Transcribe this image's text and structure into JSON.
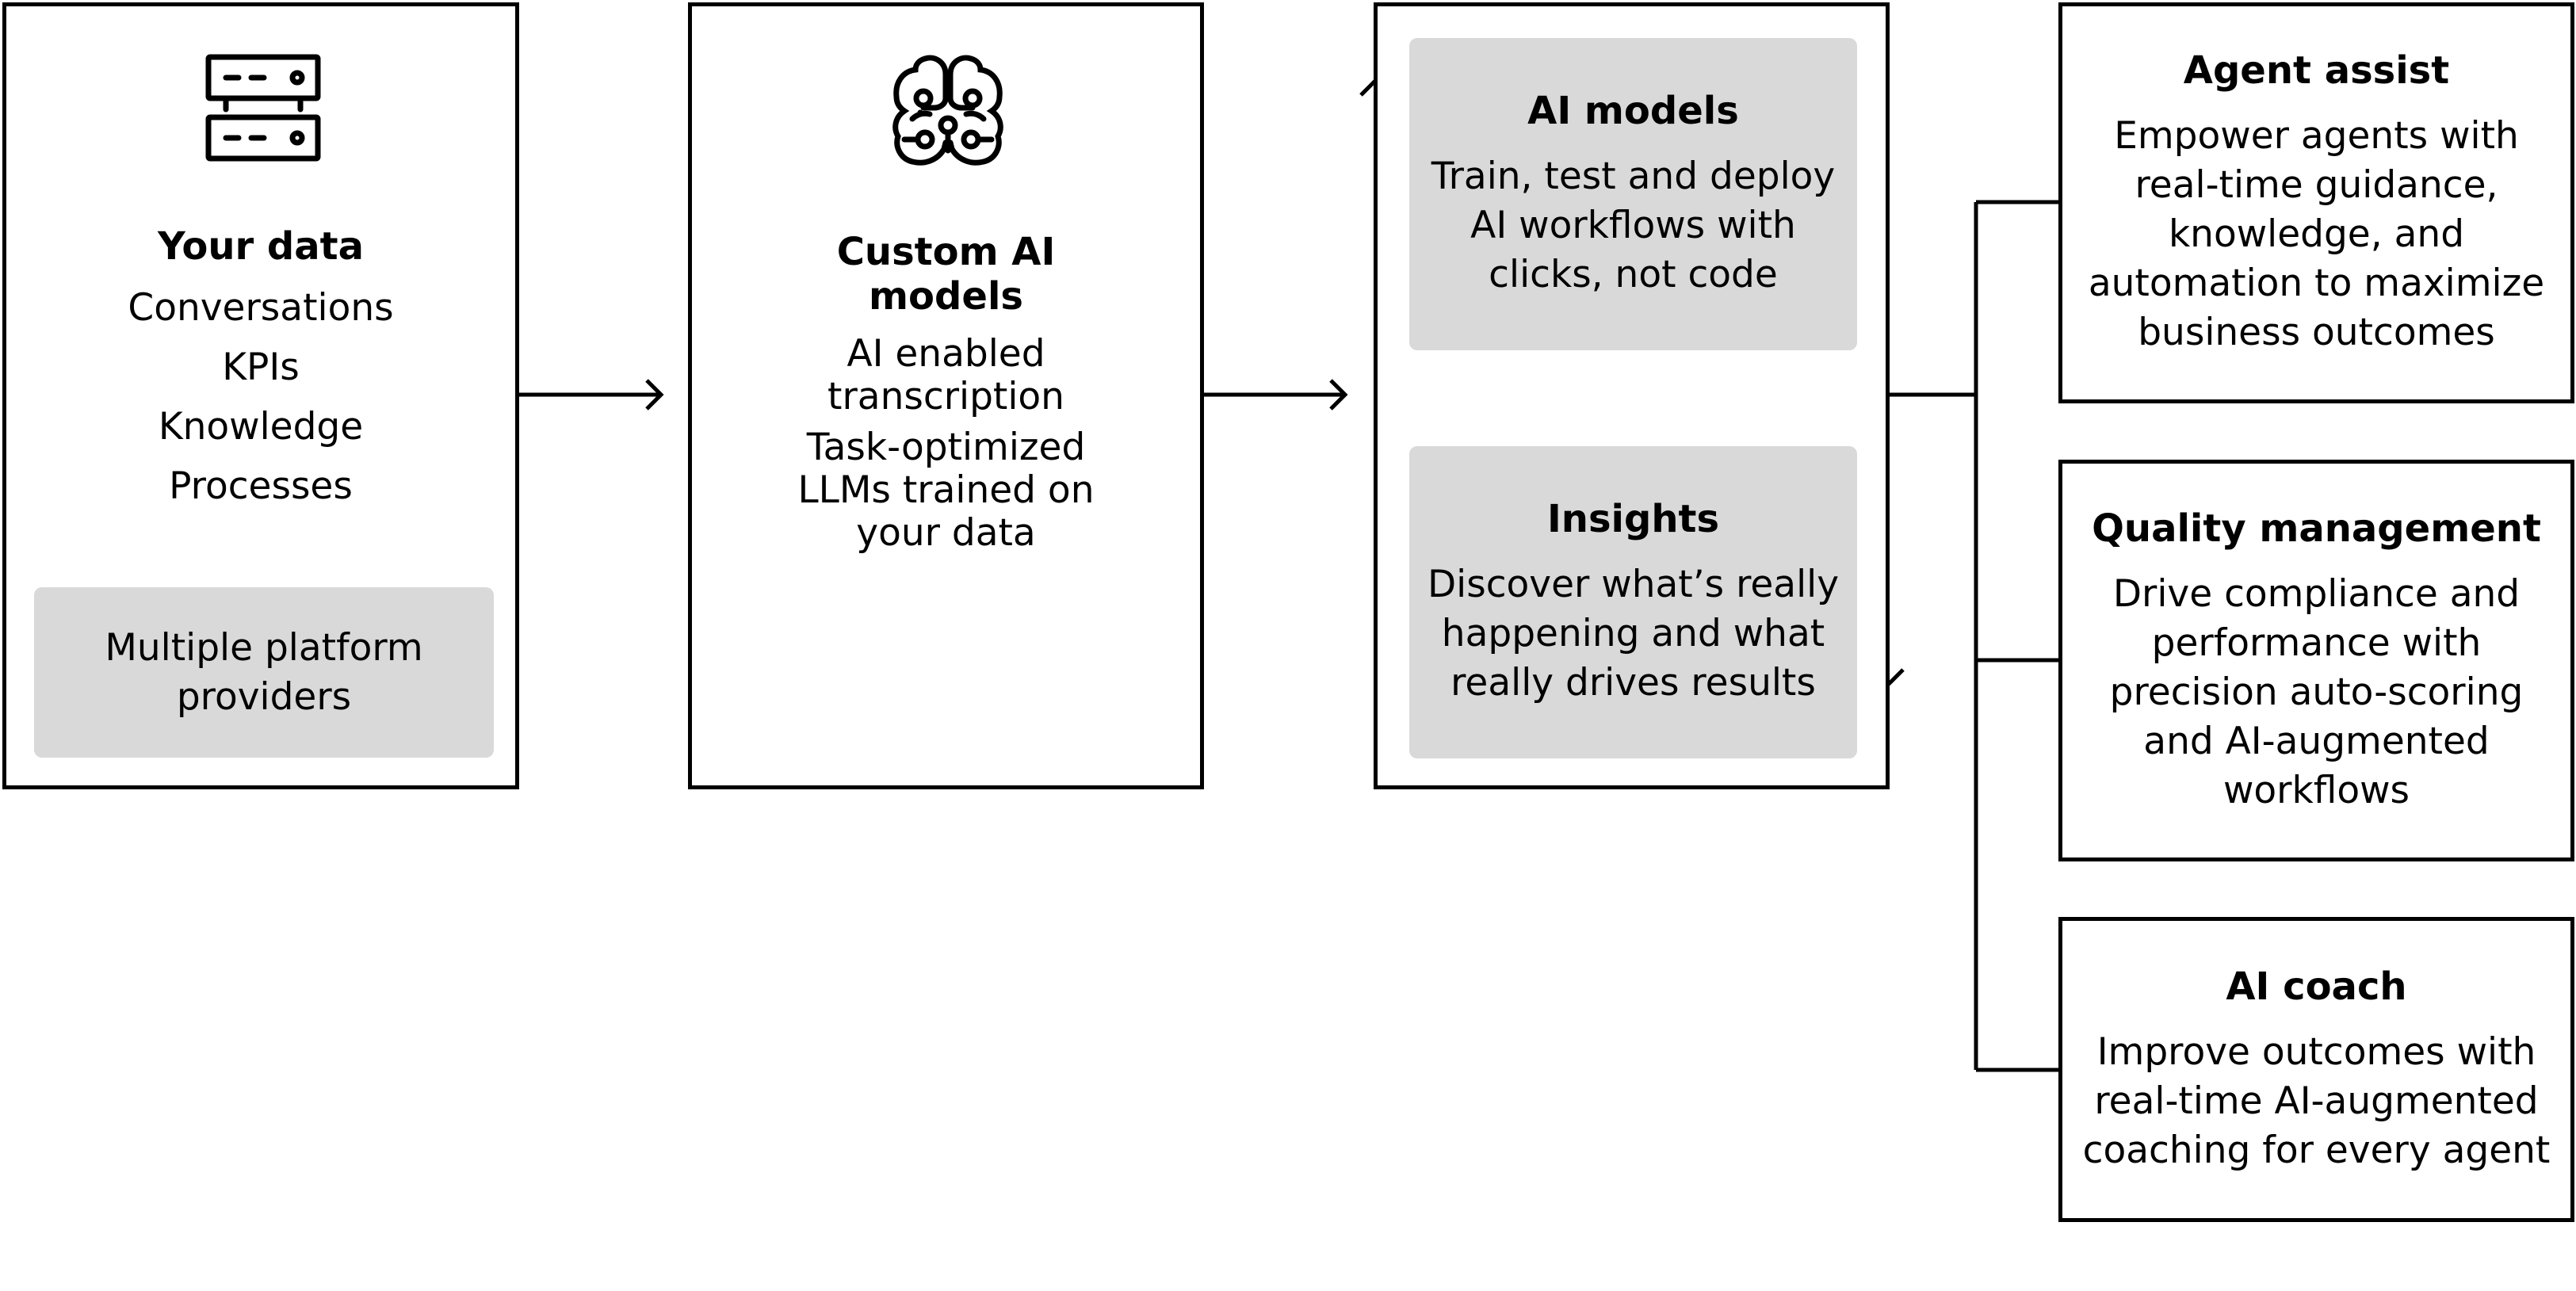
{
  "diagram": {
    "your_data": {
      "icon": "server-icon",
      "title": "Your data",
      "items": [
        "Conversations",
        "KPIs",
        "Knowledge",
        "Processes"
      ],
      "footer_box": "Multiple platform providers"
    },
    "custom_ai_models": {
      "icon": "brain-circuit-icon",
      "title": "Custom AI models",
      "items": [
        "AI enabled transcription",
        "Task-optimized LLMs trained on your data"
      ]
    },
    "platform": {
      "ai_models": {
        "title": "AI models",
        "description": "Train, test and deploy AI workflows with clicks, not code"
      },
      "insights": {
        "title": "Insights",
        "description": "Discover what’s really happening and what really drives results"
      }
    },
    "outcomes": [
      {
        "title": "Agent assist",
        "description": "Empower agents with real-time guidance, knowledge, and automation to maximize business outcomes"
      },
      {
        "title": "Quality management",
        "description": "Drive compliance and performance with precision auto-scoring and AI-augmented workflows"
      },
      {
        "title": "AI coach",
        "description": "Improve outcomes with real-time AI-augmented coaching for every agent"
      }
    ],
    "colors": {
      "stroke": "#000000",
      "panel_fill": "#d9d9d9",
      "background": "#ffffff"
    }
  }
}
